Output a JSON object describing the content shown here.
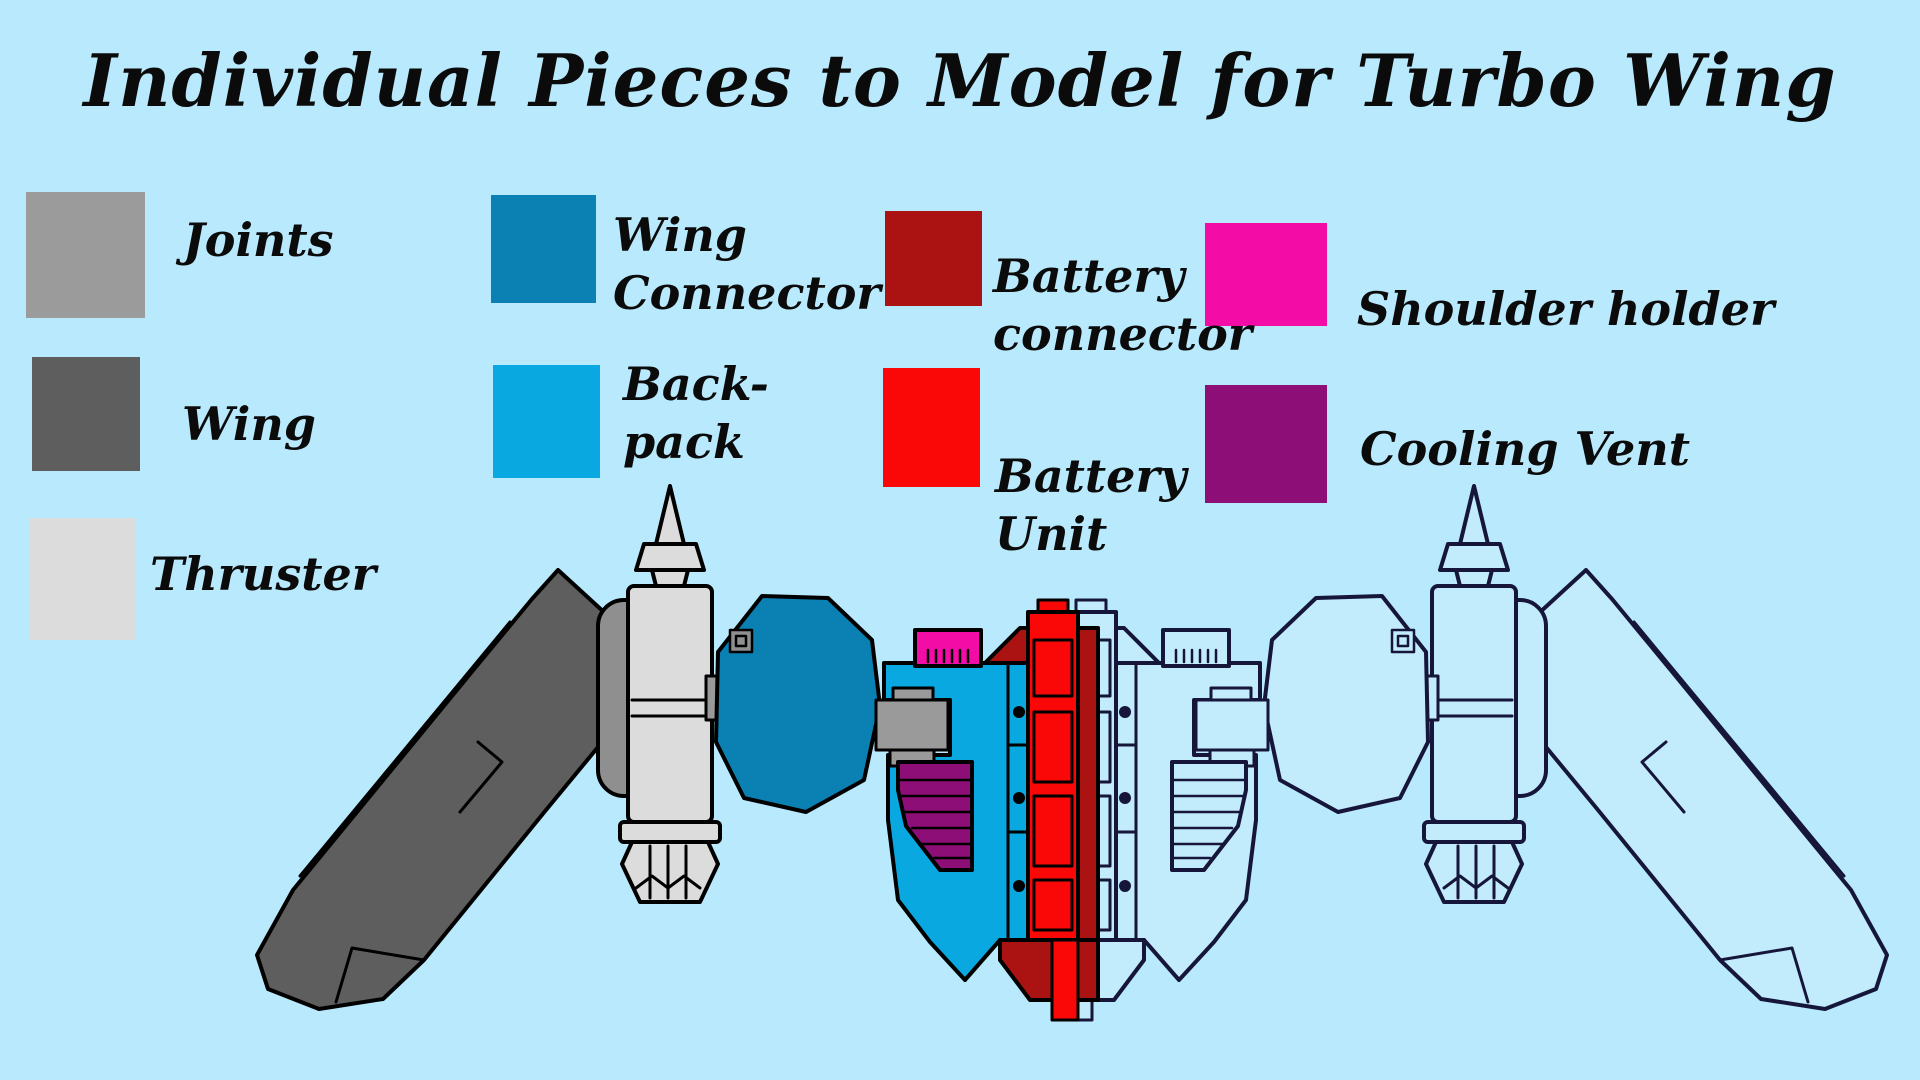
{
  "title": "Individual Pieces to Model for Turbo Wing",
  "colors": {
    "bg": "#B9E9FC",
    "ink": "#0B0B0B",
    "outline": "#000000",
    "lineart-stroke": "#16163A",
    "lineart-fill": "#C2EBFC",
    "joints": "#9B9B9B",
    "wing": "#5E5E5E",
    "thruster": "#DCDCDC",
    "wing-connector": "#0A81B2",
    "backpack": "#09A8E0",
    "battery-connector": "#AB1212",
    "battery-unit": "#FA0707",
    "shoulder-holder": "#F30CA6",
    "cooling-vent": "#8D0E77",
    "mount": "#8F8F8F",
    "joint-block": "#9A9A9A"
  },
  "legend": {
    "items": [
      {
        "id": "joints",
        "label": "Joints"
      },
      {
        "id": "wing",
        "label": "Wing"
      },
      {
        "id": "thruster",
        "label": "Thruster"
      },
      {
        "id": "wing-connector",
        "label": "Wing\nConnector"
      },
      {
        "id": "backpack",
        "label": "Back-\npack"
      },
      {
        "id": "battery-connector",
        "label": "Battery\nconnector"
      },
      {
        "id": "battery-unit",
        "label": "Battery\nUnit"
      },
      {
        "id": "shoulder-holder",
        "label": "Shoulder holder"
      },
      {
        "id": "cooling-vent",
        "label": "Cooling Vent"
      }
    ]
  },
  "drawing": {
    "description": "Turbo Wing backpack assembly: left half colored by piece, right half mirrored line art",
    "parts": [
      "Joints",
      "Wing",
      "Thruster",
      "Wing Connector",
      "Back-pack",
      "Battery connector",
      "Battery Unit",
      "Shoulder holder",
      "Cooling Vent"
    ]
  }
}
